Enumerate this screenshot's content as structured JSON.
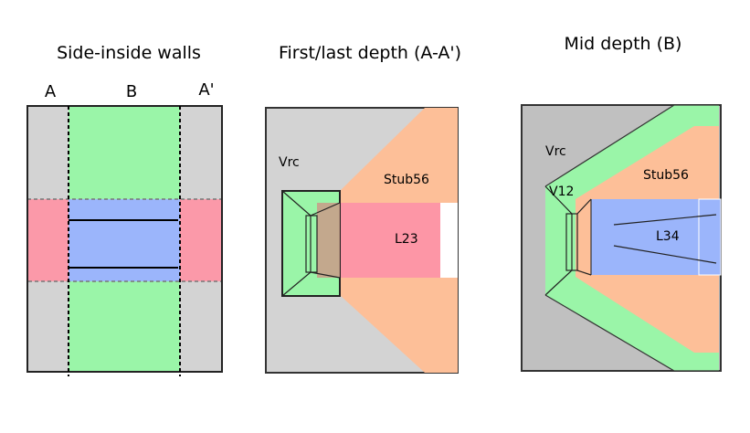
{
  "panels": {
    "side": {
      "title": "Side-inside walls",
      "col_a": "A",
      "col_b": "B",
      "col_a_prime": "A'"
    },
    "first_last": {
      "title": "First/last depth (A-A')",
      "vrc": "Vrc",
      "stub": "Stub56",
      "line": "L23"
    },
    "mid": {
      "title": "Mid depth (B)",
      "vrc": "Vrc",
      "v12": "V12",
      "stub": "Stub56",
      "line": "L34"
    }
  },
  "colors": {
    "wall_gray": "#d3d3d3",
    "dark_gray": "#c0c0c0",
    "green": "#9af5a8",
    "blue": "#9bb5fb",
    "red": "#fd96a6",
    "orange": "#fdbf98"
  }
}
